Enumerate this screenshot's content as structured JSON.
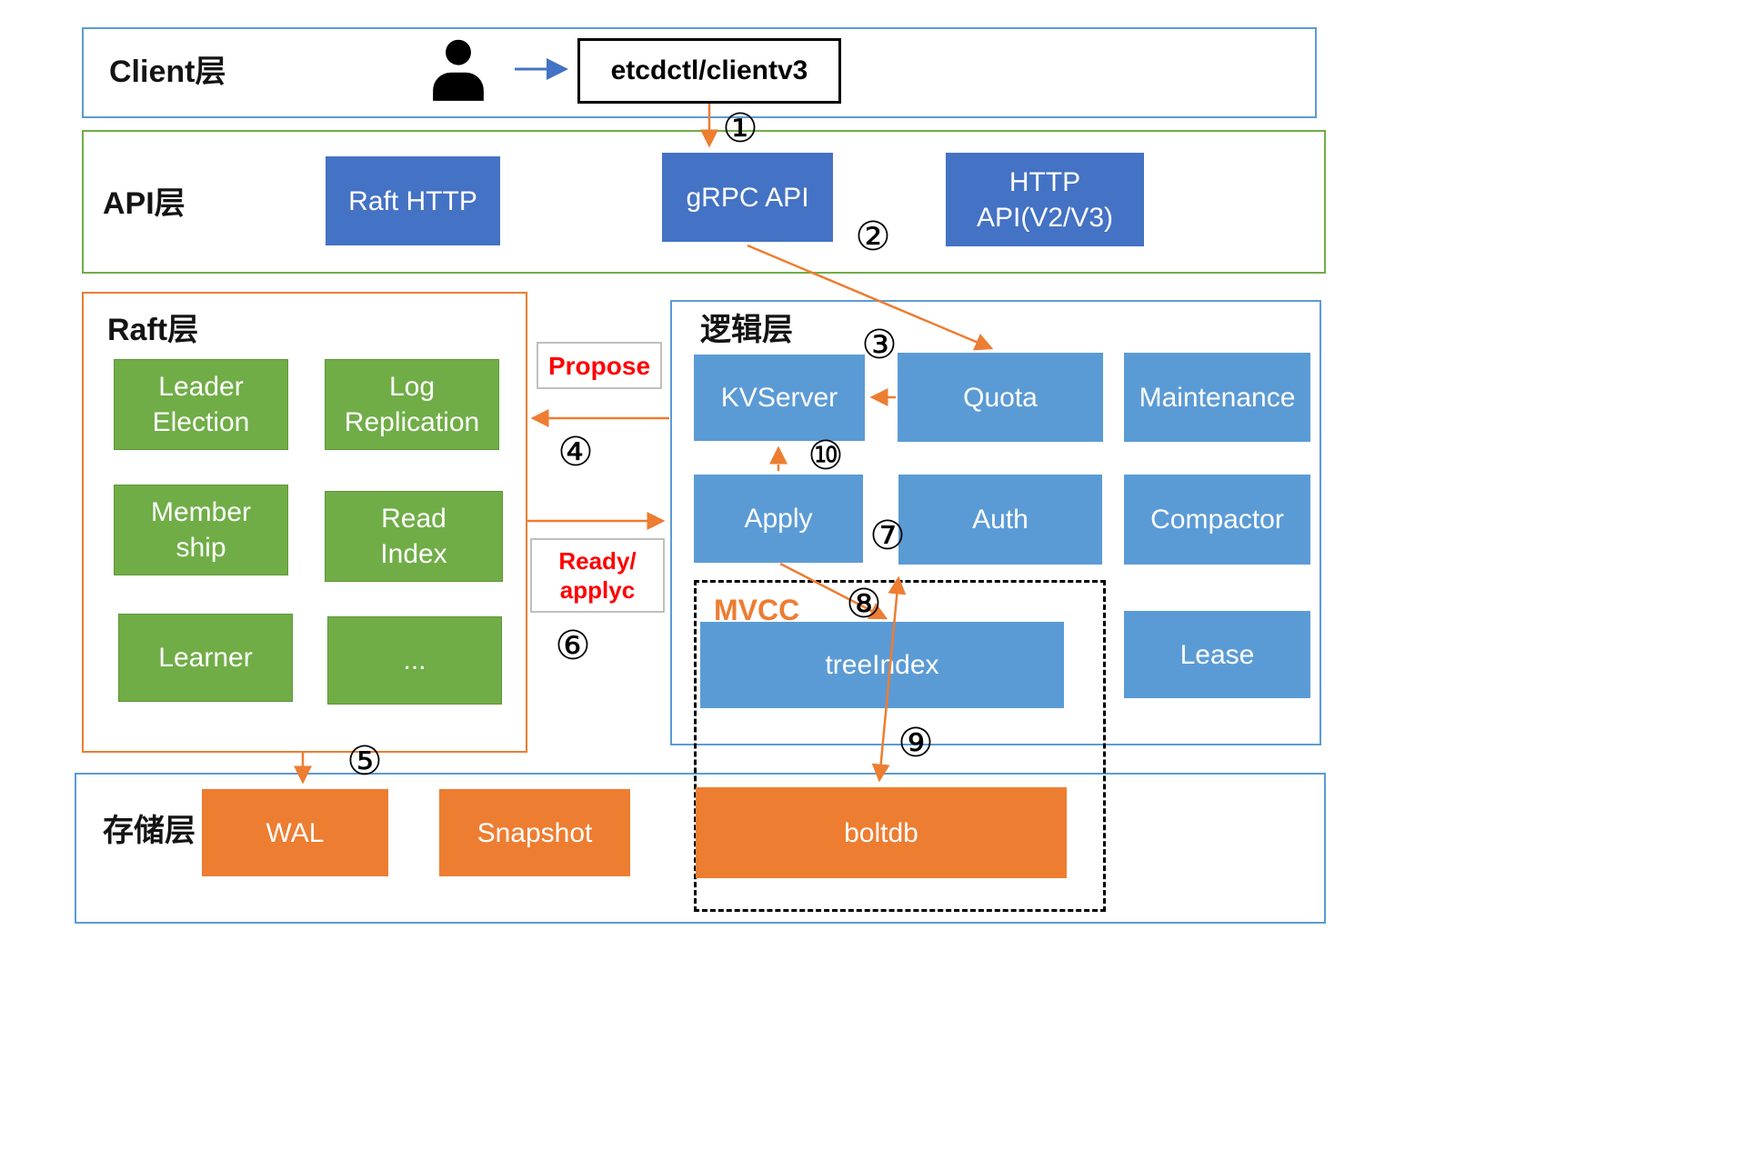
{
  "colors": {
    "api_box_blue": "#4472C4",
    "logic_box_blue": "#5B9BD5",
    "raft_box_green": "#70AD47",
    "storage_box_orange": "#ED7D31",
    "arrow_orange": "#ED7D31",
    "arrow_blue": "#4472C4",
    "annotation_red": "#FF0000",
    "mvcc_orange": "#ED7D31"
  },
  "client_layer": {
    "title": "Client层",
    "client_box": "etcdctl/clientv3"
  },
  "api_layer": {
    "title": "API层",
    "raft_http": "Raft HTTP",
    "grpc_api": "gRPC API",
    "http_api": "HTTP API(V2/V3)"
  },
  "raft_layer": {
    "title": "Raft层",
    "leader_election": "Leader Election",
    "log_replication": "Log Replication",
    "membership": "Membership",
    "read_index": "Read Index",
    "learner": "Learner",
    "ellipsis": "..."
  },
  "logic_layer": {
    "title": "逻辑层",
    "kvserver": "KVServer",
    "quota": "Quota",
    "maintenance": "Maintenance",
    "apply": "Apply",
    "auth": "Auth",
    "compactor": "Compactor",
    "lease": "Lease",
    "mvcc_label": "MVCC",
    "treeindex": "treeIndex"
  },
  "storage_layer": {
    "title": "存储层",
    "wal": "WAL",
    "snapshot": "Snapshot",
    "boltdb": "boltdb"
  },
  "annotations": {
    "propose": "Propose",
    "ready_applyc": "Ready/\napplyc"
  },
  "steps": {
    "s1": "①",
    "s2": "②",
    "s3": "③",
    "s4": "④",
    "s5": "⑤",
    "s6": "⑥",
    "s7": "⑦",
    "s8": "⑧",
    "s9": "⑨",
    "s10": "⑩"
  }
}
